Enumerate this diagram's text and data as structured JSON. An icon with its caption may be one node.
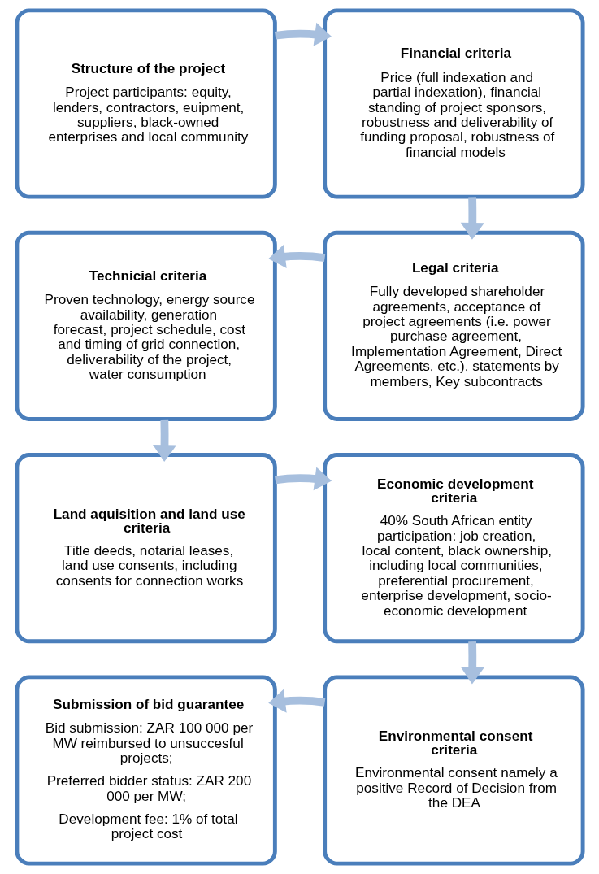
{
  "diagram": {
    "nodes": [
      {
        "text": [
          "Structure of the project",
          "Project participants: equity, lenders, contractors, euipment, suppliers, black-owned enterprises and local community"
        ]
      },
      {
        "text": [
          "Financial criteria",
          "Price (full indexation and partial indexation), financial standing of project sponsors, robustness and deliverability of funding proposal, robustness of financial models"
        ]
      },
      {
        "text": [
          "Technicial criteria",
          "Proven technology, energy source availability, generation forecast, project schedule, cost and timing of grid connection, deliverability of the project, water consumption"
        ]
      },
      {
        "text": [
          "Legal criteria",
          "Fully developed shareholder agreements, acceptance of project agreements (i.e. power purchase agreement, Implementation Agreement, Direct Agreements, etc.), statements by members, Key subcontracts"
        ]
      },
      {
        "text": [
          "Land aquisition and land use criteria",
          "Title deeds, notarial leases, land use consents, including consents for connection works"
        ]
      },
      {
        "text": [
          "Economic development criteria",
          "40% South African entity participation: job creation, local content, black ownership, including local communities, preferential procurement, enterprise development, socio-economic development"
        ]
      },
      {
        "text": [
          "Submission of bid guarantee",
          "Bid submission: ZAR 100 000 per MW reimbursed to unsuccesful projects;",
          "Preferred bidder status: ZAR 200 000 per MW;",
          "Development fee: 1% of total project cost"
        ]
      },
      {
        "text": [
          "Environmental consent criteria",
          "Environmental consent namely a positive Record of Decision from the DEA"
        ]
      }
    ],
    "edges": [
      {
        "from": 0,
        "to": 1,
        "arrow": "to"
      },
      {
        "from": 1,
        "to": 3,
        "arrow": "to"
      },
      {
        "from": 3,
        "to": 2,
        "arrow": "to"
      },
      {
        "from": 2,
        "to": 4,
        "arrow": "to"
      },
      {
        "from": 4,
        "to": 5,
        "arrow": "to"
      },
      {
        "from": 5,
        "to": 7,
        "arrow": "to"
      },
      {
        "from": 7,
        "to": 6,
        "arrow": "to"
      }
    ]
  }
}
